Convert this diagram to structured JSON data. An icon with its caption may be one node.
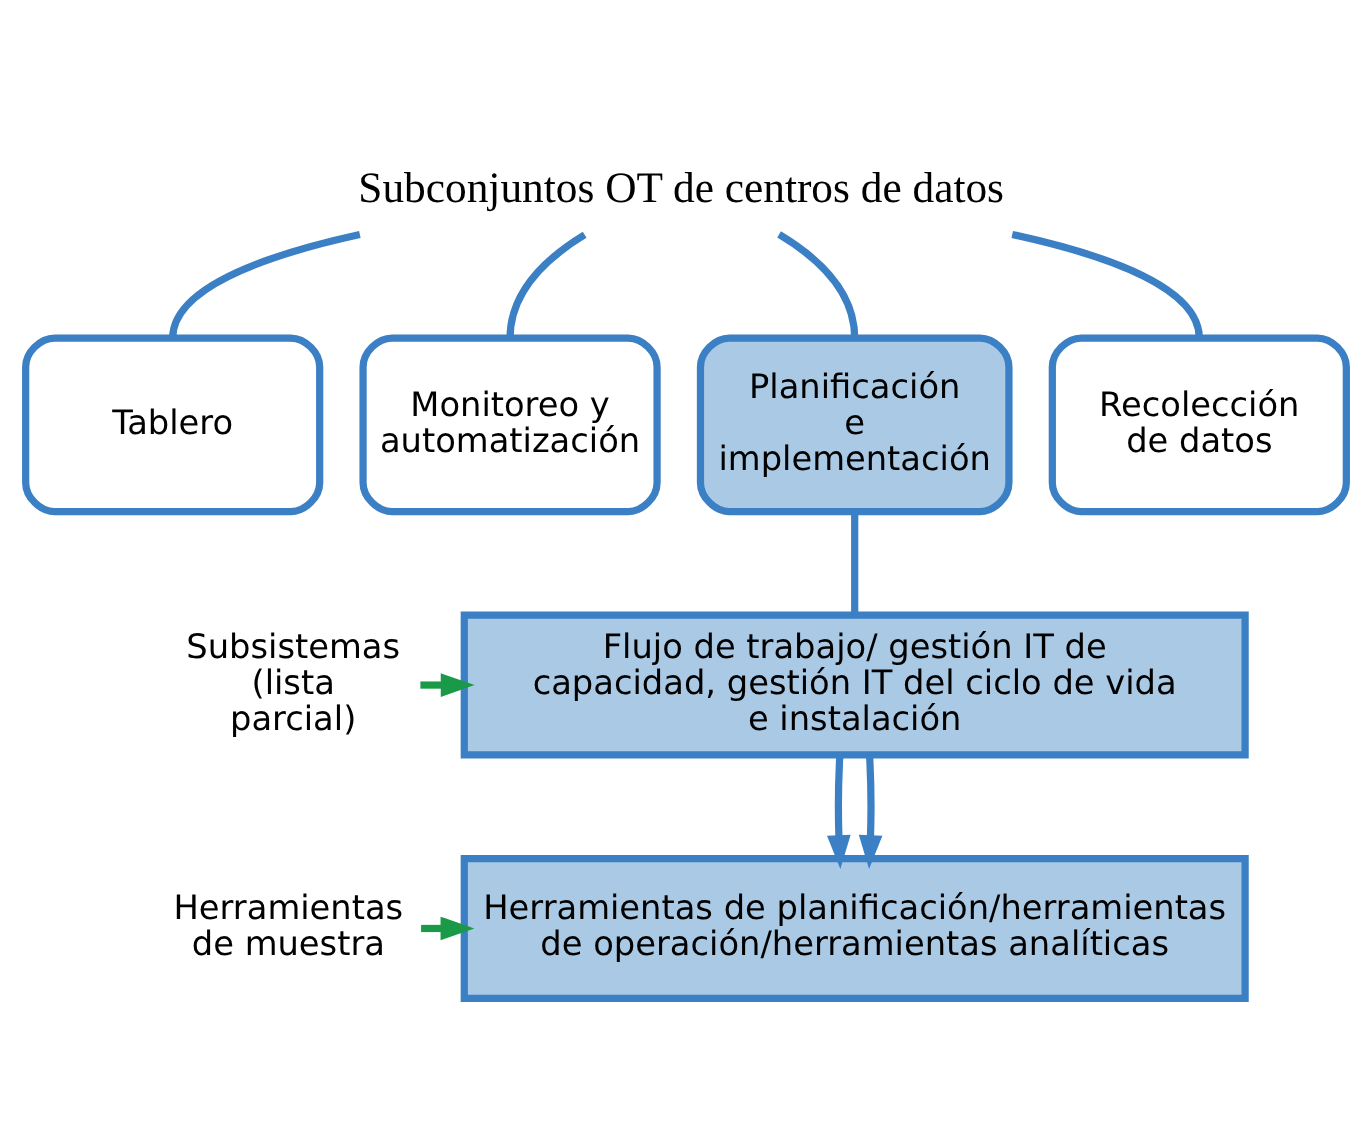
{
  "diagram": {
    "nodes": [
      {
        "text": [
          "Subconjuntos OT de centros de datos"
        ]
      },
      {
        "text": [
          "Tablero"
        ]
      },
      {
        "text": [
          "Monitoreo y automatización"
        ]
      },
      {
        "text": [
          "Planificación e implementación"
        ]
      },
      {
        "text": [
          "Recolección de datos"
        ]
      },
      {
        "text": [
          "Subsistemas (lista parcial)"
        ]
      },
      {
        "text": [
          "Flujo de trabajo/ gestión IT de capacidad, gestión IT del ciclo de vida e instalación"
        ]
      },
      {
        "text": [
          "Herramientas de muestra"
        ]
      },
      {
        "text": [
          "Herramientas de planificación/herramientas de operación/herramientas analíticas"
        ]
      }
    ],
    "edges": [
      {
        "from": 0,
        "to": 1,
        "arrow": "none"
      },
      {
        "from": 0,
        "to": 2,
        "arrow": "none"
      },
      {
        "from": 0,
        "to": 3,
        "arrow": "none"
      },
      {
        "from": 0,
        "to": 4,
        "arrow": "none"
      },
      {
        "from": 3,
        "to": 6,
        "arrow": "none"
      },
      {
        "from": 5,
        "to": 6,
        "arrow": "to",
        "color": "#1a9a48"
      },
      {
        "from": 6,
        "to": 8,
        "arrow": "to"
      },
      {
        "from": 6,
        "to": 8,
        "arrow": "to"
      },
      {
        "from": 7,
        "to": 8,
        "arrow": "to",
        "color": "#1a9a48"
      }
    ]
  }
}
